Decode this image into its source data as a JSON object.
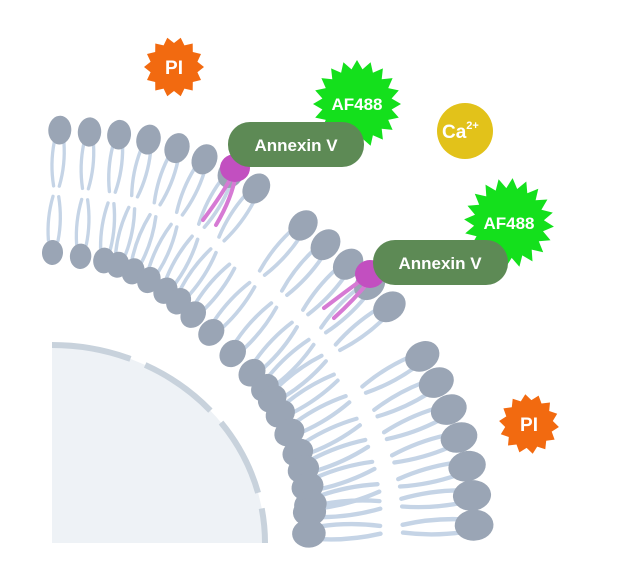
{
  "labels": {
    "pi_top": "PI",
    "pi_bottom": "PI",
    "af488_top": "AF488",
    "af488_bottom": "AF488",
    "annexin_top": "Annexin V",
    "annexin_bottom": "Annexin V",
    "calcium": "Ca",
    "calcium_charge": "2+"
  },
  "colors": {
    "pi": "#f26a10",
    "af488": "#14e01c",
    "annexin": "#5d8a55",
    "calcium": "#e2c21a",
    "phosphatidylserine": "#c24fc0",
    "lipid_head": "#9aa5b5",
    "lipid_tail": "#c5d4e6",
    "nucleus_fill": "#eef2f6",
    "nucleus_border": "#c8d2dc"
  }
}
